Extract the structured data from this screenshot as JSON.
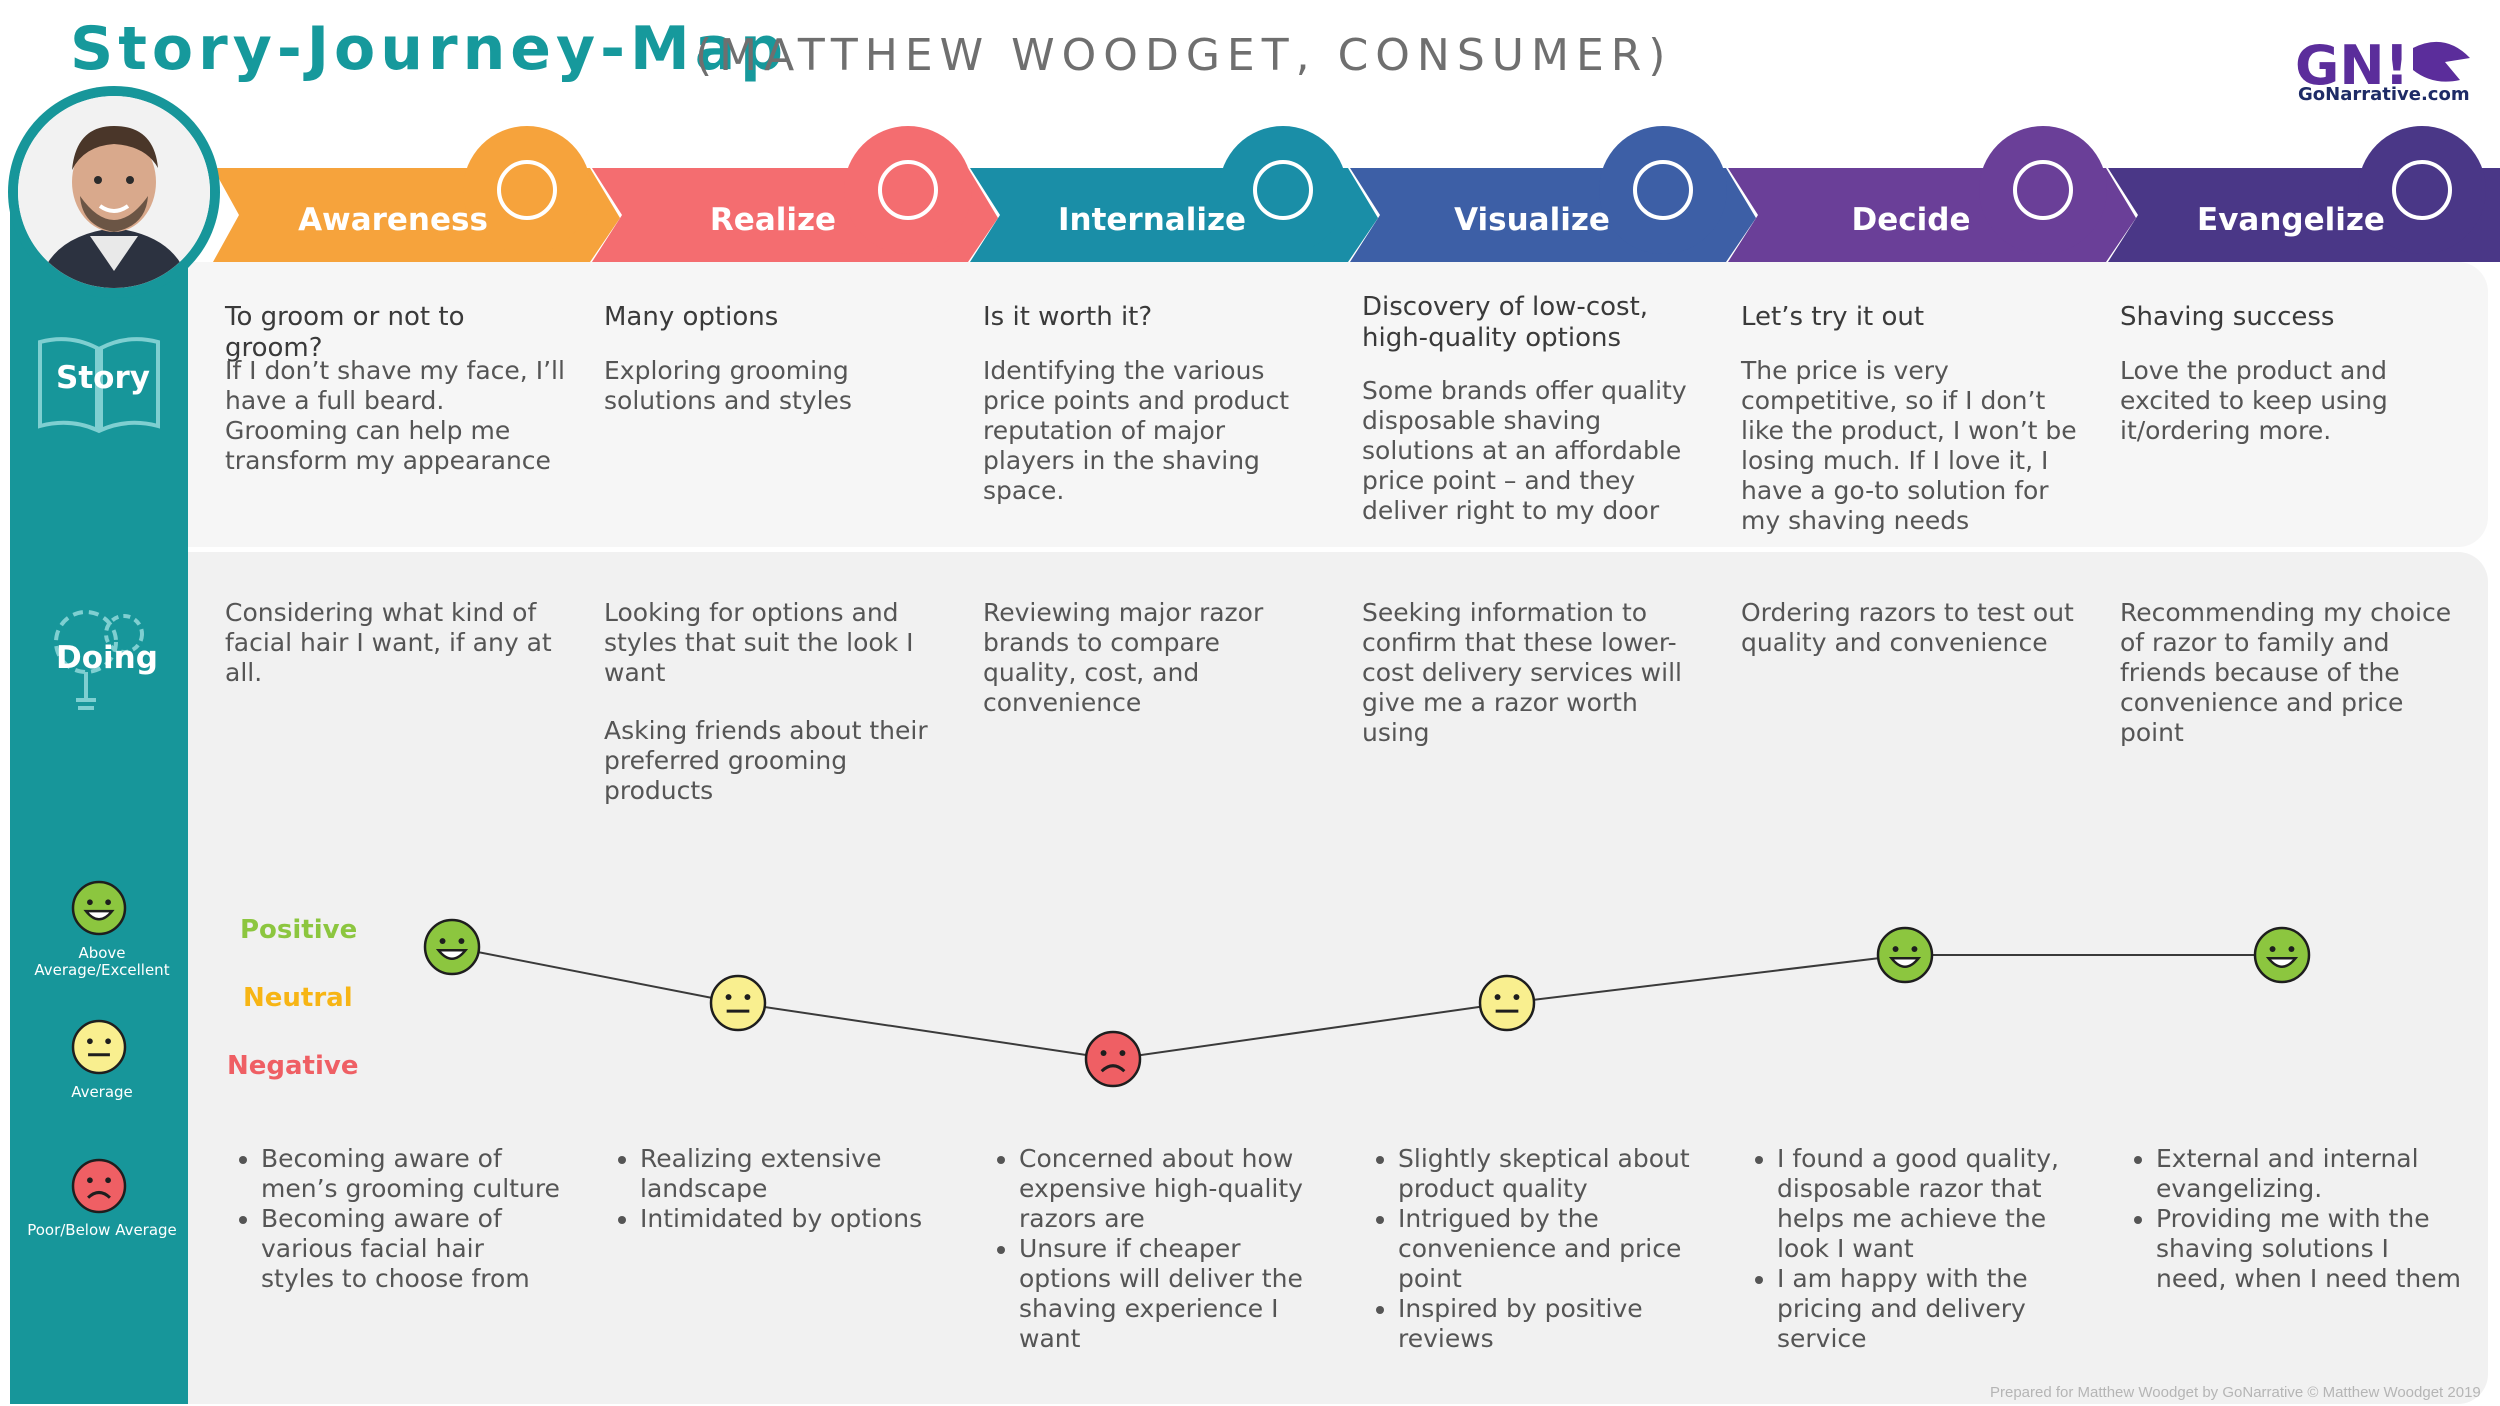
{
  "header": {
    "title": "Story-Journey-Map",
    "subtitle": "(MATTHEW WOODGET, CONSUMER)",
    "logo_mark": "GN!",
    "logo_text": "GoNarrative.com"
  },
  "colors": {
    "teal": "#17969a",
    "awareness": "#f6a33c",
    "realize": "#f46d70",
    "internalize": "#1a8ea7",
    "visualize": "#3d5fa6",
    "decide": "#6a3f98",
    "evangelize": "#4a3787",
    "positive": "#8cc63f",
    "neutral": "#f7b515",
    "negative": "#ef5f64"
  },
  "stages": [
    {
      "label": "Awareness",
      "icon": "lightbulb-icon",
      "color": "#f6a33c"
    },
    {
      "label": "Realize",
      "icon": "process-flow-icon",
      "color": "#f46d70"
    },
    {
      "label": "Internalize",
      "icon": "brain-icon",
      "color": "#1a8ea7"
    },
    {
      "label": "Visualize",
      "icon": "head-gears-icon",
      "color": "#3d5fa6"
    },
    {
      "label": "Decide",
      "icon": "target-icon",
      "color": "#6a3f98"
    },
    {
      "label": "Evangelize",
      "icon": "hand-offer-icon",
      "color": "#4a3787"
    }
  ],
  "sections": {
    "story": "Story",
    "doing": "Doing"
  },
  "story": [
    {
      "title": "To groom or not to groom?",
      "body": "If I don’t shave my face, I’ll have a full beard. Grooming can help me transform my appearance"
    },
    {
      "title": "Many options",
      "body": "Exploring grooming solutions and styles"
    },
    {
      "title": "Is it worth it?",
      "body": "Identifying the various price points and product reputation of major players in the shaving space."
    },
    {
      "title": "Discovery of low-cost, high-quality options",
      "body": "Some brands offer quality disposable shaving solutions at an affordable price point – and they deliver right to my door"
    },
    {
      "title": "Let’s try it out",
      "body": "The price is very competitive, so if I don’t like the product, I won’t be losing much. If I love it, I have a go-to solution for my shaving needs"
    },
    {
      "title": "Shaving success",
      "body": "Love the product and excited to keep using it/ordering more."
    }
  ],
  "doing": [
    [
      "Considering what kind of facial hair I want, if any at all."
    ],
    [
      "Looking for options and styles that suit the look I want",
      "Asking friends about their preferred grooming products"
    ],
    [
      "Reviewing major razor brands to compare quality, cost, and convenience"
    ],
    [
      "Seeking information to confirm that these lower-cost delivery services will give me a razor worth using"
    ],
    [
      "Ordering razors to test out quality and convenience"
    ],
    [
      "Recommending my choice of razor to family and friends because of the convenience and price point"
    ]
  ],
  "emotion_levels": {
    "positive": "Positive",
    "neutral": "Neutral",
    "negative": "Negative"
  },
  "legend": [
    {
      "caption": "Above Average/Excellent",
      "face": "happy"
    },
    {
      "caption": "Average",
      "face": "neutral"
    },
    {
      "caption": "Poor/Below Average",
      "face": "sad"
    }
  ],
  "emotion_points": [
    "positive",
    "neutral",
    "negative",
    "neutral",
    "positive",
    "positive"
  ],
  "feelings": [
    [
      "Becoming aware of men’s grooming culture",
      "Becoming aware of various facial hair styles to choose from"
    ],
    [
      "Realizing extensive landscape",
      "Intimidated by options"
    ],
    [
      "Concerned about how expensive high-quality razors are",
      "Unsure if cheaper options will deliver the shaving experience I want"
    ],
    [
      "Slightly skeptical about product quality",
      "Intrigued by the convenience and price point",
      "Inspired by positive reviews"
    ],
    [
      "I found a good quality, disposable razor that helps me achieve the look I want",
      "I am happy with the pricing and delivery service"
    ],
    [
      "External and internal evangelizing.",
      "Providing me with the shaving solutions I need, when I need them"
    ]
  ],
  "footer": "Prepared for Matthew Woodget by GoNarrative © Matthew Woodget 2019"
}
